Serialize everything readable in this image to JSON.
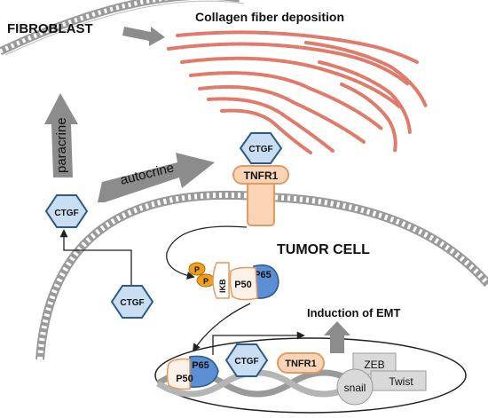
{
  "labels": {
    "fibroblast": "FIBROBLAST",
    "collagen": "Collagen fiber deposition",
    "tumor_cell": "TUMOR CELL",
    "paracrine": "paracrine",
    "autocrine": "autocrine",
    "ctgf": "CTGF",
    "tnfr1": "TNFR1",
    "ikb": "IKB",
    "p": "P",
    "p50": "P50",
    "p65": "P65",
    "emt": "Induction of EMT",
    "zeb": "ZEB",
    "snail": "snail",
    "twist": "Twist"
  },
  "colors": {
    "membrane": "#9a9a9a",
    "collagen": "#e07a6a",
    "arrow_gray": "#8c8c8c",
    "ctgf_fill": "#c9def2",
    "ctgf_stroke": "#2a5a8a",
    "receptor_fill": "#fbd3b5",
    "receptor_stroke": "#e39a63",
    "p65_fill": "#5b8fd4",
    "p_fill": "#f0a020",
    "gene_box": "#d9d9d9"
  }
}
